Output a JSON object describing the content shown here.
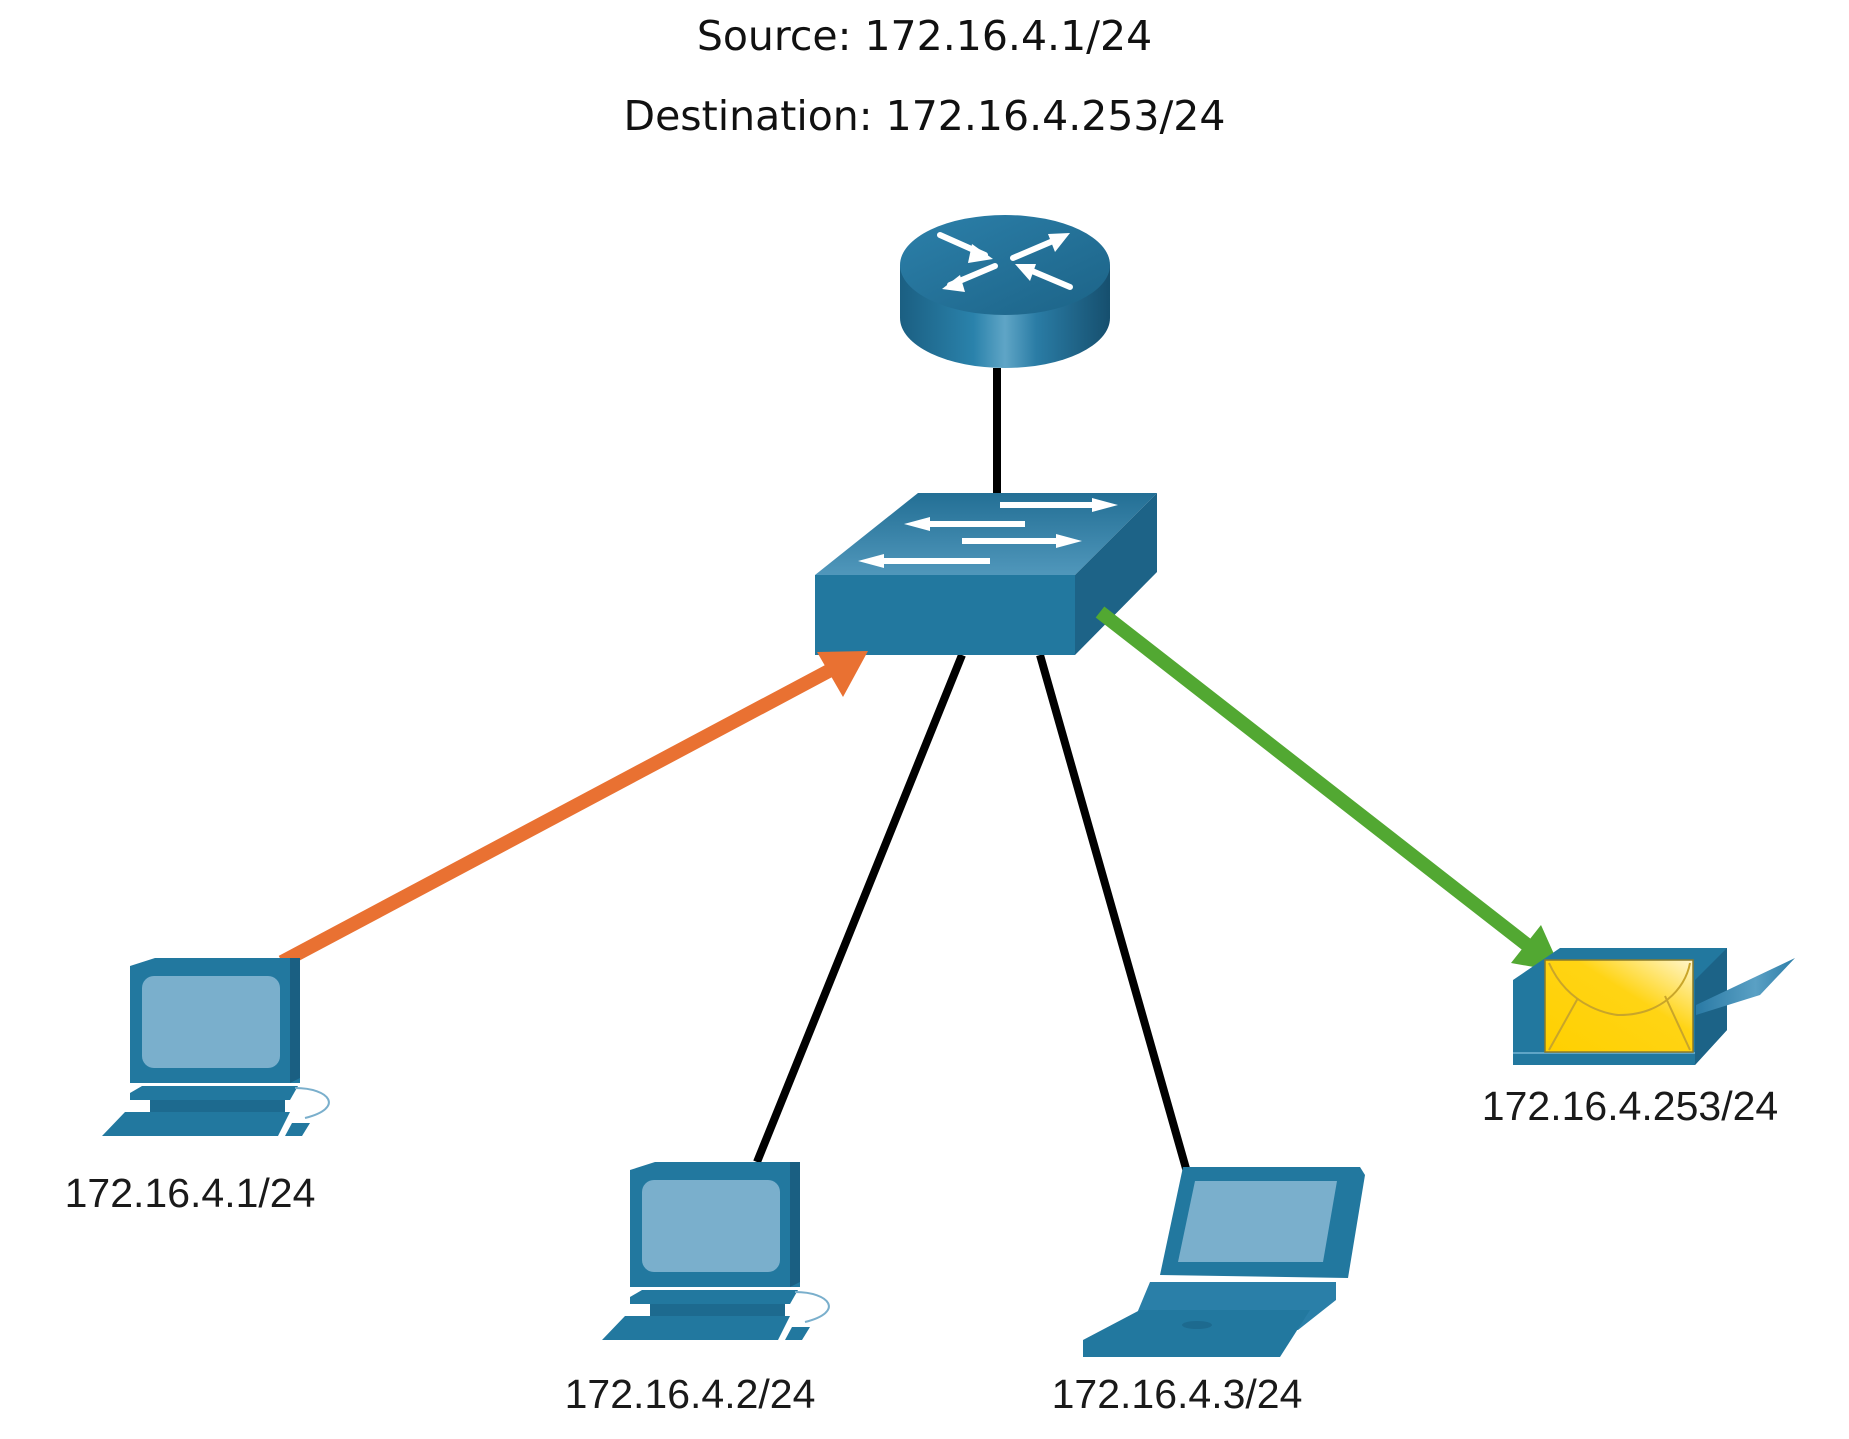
{
  "header": {
    "source": "Source: 172.16.4.1/24",
    "destination": "Destination: 172.16.4.253/24"
  },
  "devices": {
    "router": {
      "type": "router"
    },
    "switch": {
      "type": "switch"
    },
    "pc1": {
      "type": "pc",
      "label": "172.16.4.1/24"
    },
    "pc2": {
      "type": "pc",
      "label": "172.16.4.2/24"
    },
    "laptop": {
      "type": "laptop",
      "label": "172.16.4.3/24"
    },
    "printer": {
      "type": "printer",
      "label": "172.16.4.253/24",
      "icon": "envelope-icon"
    }
  },
  "links": [
    {
      "from": "router",
      "to": "switch",
      "style": "cable"
    },
    {
      "from": "switch",
      "to": "pc2",
      "style": "cable"
    },
    {
      "from": "switch",
      "to": "laptop",
      "style": "cable"
    },
    {
      "from": "pc1",
      "to": "switch",
      "style": "arrow",
      "color": "#E97132"
    },
    {
      "from": "switch",
      "to": "printer",
      "style": "arrow",
      "color": "#52A832"
    }
  ],
  "colors": {
    "device_blue": "#22789F",
    "screen_blue": "#7AAFCC",
    "cable": "#000000",
    "envelope": "#FFD000"
  }
}
